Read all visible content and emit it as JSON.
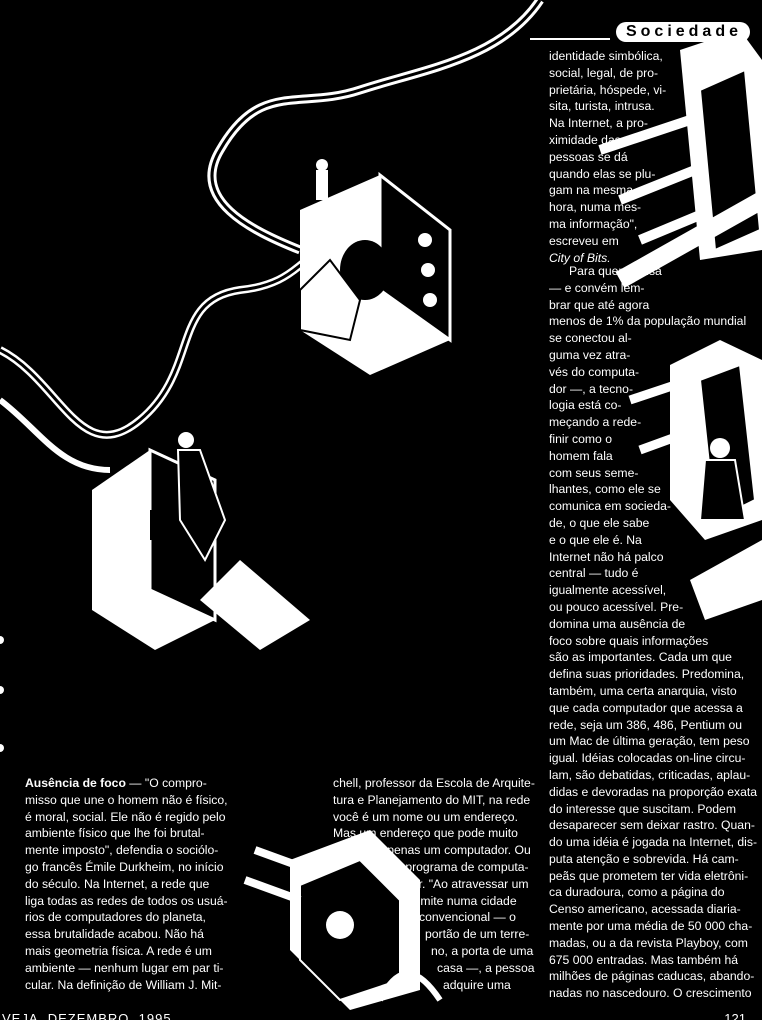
{
  "section": "Sociedade",
  "right_top_lines": [
    "identidade simbólica,",
    "social, legal, de pro-",
    "prietária, hóspede, vi-",
    "sita, turista, intrusa.",
    "Na Internet, a pro-",
    "ximidade das",
    "pessoas se dá",
    "quando elas se plu-",
    "gam na mesma",
    "hora, numa mes-",
    "ma informação\",",
    "escreveu em",
    "City of Bits."
  ],
  "right_bottom_lines": [
    "Para quem a usa",
    "— e convém lem-",
    "brar que até agora",
    "menos de 1% da população mundial",
    "se conectou al-",
    "guma vez atra-",
    "vés do computa-",
    "dor —, a tecno-",
    "logia está co-",
    "meçando a rede-",
    "finir como o",
    "homem fala",
    "com seus seme-",
    "lhantes, como ele se",
    "comunica em socieda-",
    "de, o que ele sabe",
    "e o que ele é. Na",
    "Internet não há palco",
    "central — tudo é",
    "igualmente acessível,",
    "ou pouco acessível. Pre-",
    "domina uma ausência de",
    "foco sobre quais informações",
    "são as importantes. Cada um que",
    "defina suas prioridades. Predomina,",
    "também, uma certa anarquia, visto",
    "que cada computador que acessa a",
    "rede, seja um 386, 486, Pentium ou",
    "um Mac de última geração, tem peso",
    "igual. Idéias colocadas on-line circu-",
    "lam, são debatidas, criticadas, aplau-",
    "didas e devoradas na proporção exata",
    "do interesse que suscitam. Podem",
    "desaparecer sem deixar rastro. Quan-",
    "do uma idéia é jogada na Internet, dis-",
    "puta atenção e sobrevida. Há cam-",
    "peãs que prometem ter vida eletrôni-",
    "ca duradoura, como a página do",
    "Censo americano, acessada diaria-",
    "mente por uma média de 50 000 cha-",
    "madas, ou a da revista Playboy, com",
    "675 000 entradas. Mas também há",
    "milhões de páginas caducas, abando-",
    "nadas no nascedouro. O crescimento"
  ],
  "left_heading": "Ausência de foco",
  "left_lines": [
    " — \"O compro-",
    "misso que une o homem não é físico,",
    "é moral, social. Ele não é regido pelo",
    "ambiente físico que lhe foi brutal-",
    "mente imposto\", defendia o sociólo-",
    "go francês Émile Durkheim, no início",
    "do século. Na Internet, a rede que",
    "liga todas as redes de todos os usuá-",
    "rios de computadores do planeta,",
    "essa brutalidade acabou. Não há",
    "mais geometria física. A rede é um",
    "ambiente — nenhum lugar em par ti-",
    "cular. Na definição de William J. Mit-"
  ],
  "mid_lines": [
    "chell, professor da Escola de Arquite-",
    "tura e Planejamento do MIT, na rede",
    "você é um nome ou um endereço.",
    "Mas um endereço que pode muito",
    "bem ser apenas um computador. Ou",
    "um programa de computa-",
    "dor. \"Ao atravessar um",
    "limite numa cidade",
    "convencional — o",
    "portão de um terre-",
    "no, a porta de uma",
    "casa —, a pessoa",
    "adquire uma"
  ],
  "footer_left": "VEJA, DEZEMBRO, 1995",
  "footer_right": "121"
}
